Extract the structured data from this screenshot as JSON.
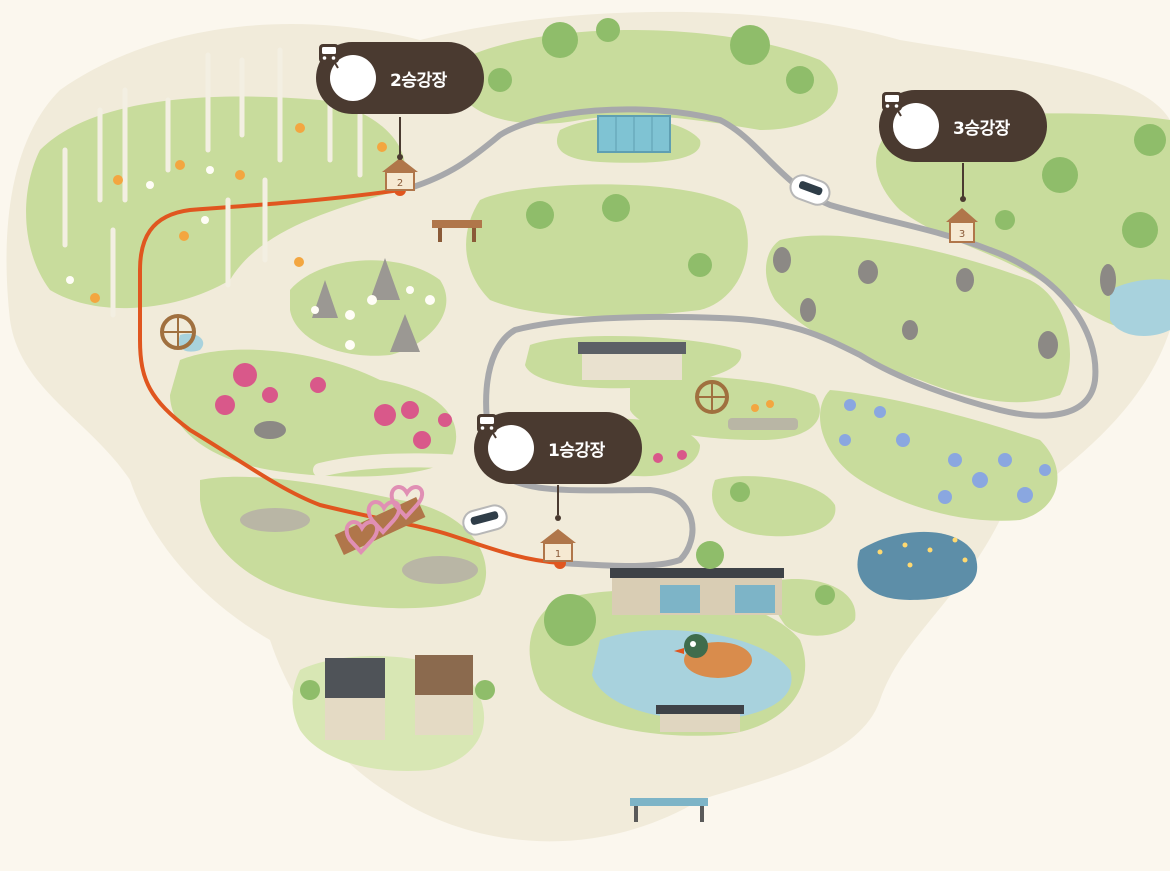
{
  "stations": [
    {
      "id": "station-1",
      "label": "1승강장",
      "number": "1"
    },
    {
      "id": "station-2",
      "label": "2승강장",
      "number": "2"
    },
    {
      "id": "station-3",
      "label": "3승강장",
      "number": "3"
    }
  ],
  "colors": {
    "background": "#fbf7ee",
    "land": "#f1ebda",
    "garden": "#c8dc9c",
    "garden_light": "#d8e7b4",
    "track": "#a7a8ab",
    "route": "#e0561f",
    "label_bg": "#4a3a30",
    "water": "#a8d2dd"
  },
  "icons": [
    "train-icon",
    "hut-icon",
    "greenhouse-icon",
    "duck-icon",
    "waterwheel-icon",
    "tram-icon"
  ]
}
